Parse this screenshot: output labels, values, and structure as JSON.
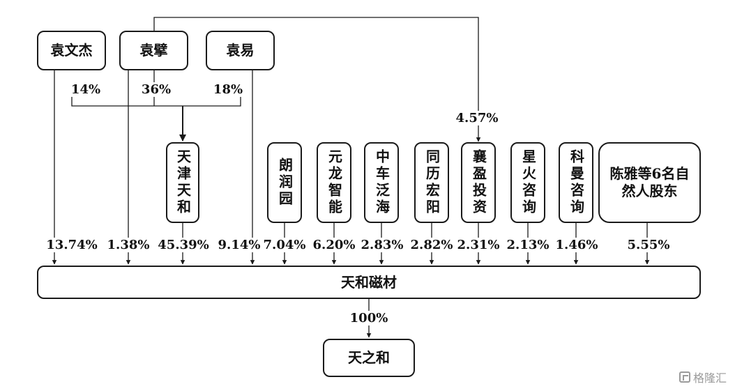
{
  "top_holders": [
    {
      "name": "袁文杰",
      "pct_in_tianjin": "14%",
      "direct_pct": "13.74%"
    },
    {
      "name": "袁擘",
      "pct_in_tianjin": "36%",
      "direct_pct": "1.38%",
      "pct_in_xiangying": "4.57%"
    },
    {
      "name": "袁易",
      "pct_in_tianjin": "18%",
      "direct_pct": "9.14%"
    }
  ],
  "mid_holders": [
    {
      "name": "天津天和",
      "pct": "45.39%"
    },
    {
      "name": "朗润园",
      "pct": "7.04%"
    },
    {
      "name": "元龙智能",
      "pct": "6.20%"
    },
    {
      "name": "中车泛海",
      "pct": "2.83%"
    },
    {
      "name": "同历宏阳",
      "pct": "2.82%"
    },
    {
      "name": "襄盈投资",
      "pct": "2.31%"
    },
    {
      "name": "星火咨询",
      "pct": "2.13%"
    },
    {
      "name": "科曼咨询",
      "pct": "1.46%"
    },
    {
      "name": "陈雅等6名自然人股东",
      "pct": "5.55%"
    }
  ],
  "company": {
    "name": "天和磁材"
  },
  "subsidiary": {
    "name": "天之和",
    "pct": "100%"
  },
  "watermark": {
    "text": "格隆汇"
  }
}
